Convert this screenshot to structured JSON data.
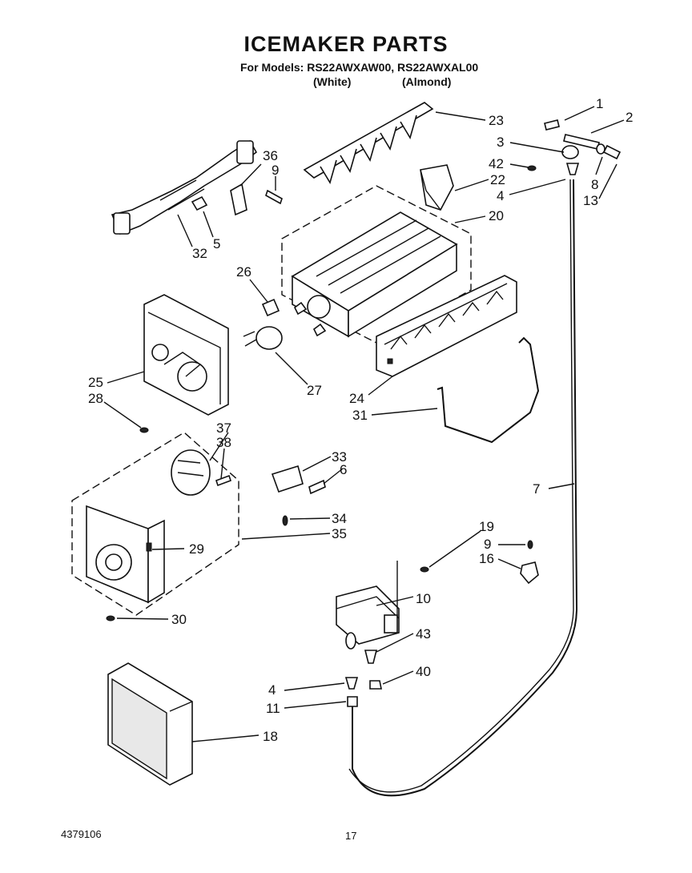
{
  "header": {
    "title": "ICEMAKER PARTS",
    "models_line": "For Models: RS22AWXAW00, RS22AWXAL00",
    "color_white": "(White)",
    "color_almond": "(Almond)"
  },
  "callouts": {
    "c1": "1",
    "c2": "2",
    "c3": "3",
    "c42": "42",
    "c22": "22",
    "c4a": "4",
    "c8": "8",
    "c13": "13",
    "c23": "23",
    "c20": "20",
    "c36": "36",
    "c9a": "9",
    "c32": "32",
    "c5": "5",
    "c26": "26",
    "c27": "27",
    "c25": "25",
    "c28": "28",
    "c24": "24",
    "c31": "31",
    "c37": "37",
    "c38": "38",
    "c33": "33",
    "c6": "6",
    "c34": "34",
    "c35": "35",
    "c7": "7",
    "c29": "29",
    "c30": "30",
    "c19": "19",
    "c9b": "9",
    "c16": "16",
    "c10": "10",
    "c43": "43",
    "c40": "40",
    "c4b": "4",
    "c11": "11",
    "c18": "18"
  },
  "footer": {
    "doc_number": "4379106",
    "page_number": "17"
  }
}
